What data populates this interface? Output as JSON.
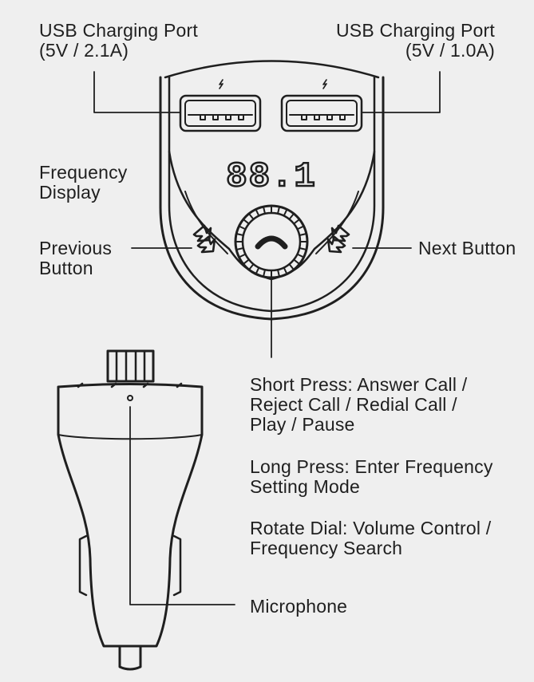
{
  "labels": {
    "usb_left": {
      "line1": "USB Charging Port",
      "line2": "(5V / 2.1A)"
    },
    "usb_right": {
      "line1": "USB Charging Port",
      "line2": "(5V / 1.0A)"
    },
    "frequency": {
      "line1": "Frequency",
      "line2": "Display"
    },
    "previous": {
      "line1": "Previous",
      "line2": "Button"
    },
    "next": "Next Button",
    "dial": {
      "short_press": [
        "Short Press: Answer Call /",
        "Reject Call / Redial Call /",
        "Play / Pause"
      ],
      "long_press": [
        "Long Press: Enter Frequency",
        "Setting Mode"
      ],
      "rotate": [
        "Rotate Dial: Volume Control /",
        "Frequency Search"
      ]
    },
    "microphone": "Microphone"
  },
  "display_readout": "88.1",
  "icons": [
    "usb-port-icon",
    "handset-icon",
    "previous-arrow-icon",
    "next-arrow-icon",
    "microphone-hole-icon",
    "lightning-icon"
  ]
}
